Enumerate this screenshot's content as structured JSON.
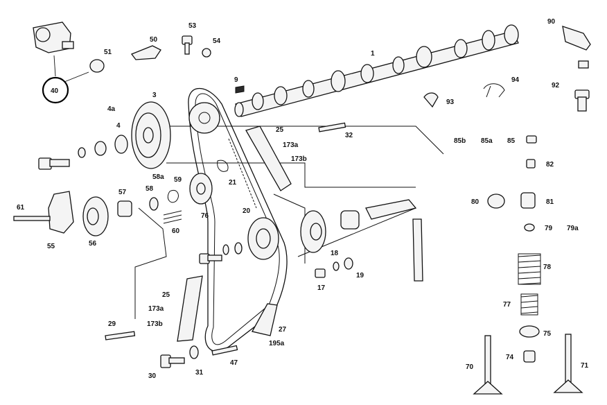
{
  "callouts": {
    "p1": "1",
    "p3": "3",
    "p4": "4",
    "p4a": "4a",
    "p9": "9",
    "p17": "17",
    "p18": "18",
    "p19": "19",
    "p20": "20",
    "p21": "21",
    "p25a": "25",
    "p25b": "25",
    "p27": "27",
    "p29": "29",
    "p30": "30",
    "p31": "31",
    "p32": "32",
    "p40": "40",
    "p47": "47",
    "p50": "50",
    "p51": "51",
    "p53": "53",
    "p54": "54",
    "p55": "55",
    "p56": "56",
    "p57": "57",
    "p58": "58",
    "p58a": "58a",
    "p59": "59",
    "p60": "60",
    "p61": "61",
    "p70": "70",
    "p71": "71",
    "p74": "74",
    "p75": "75",
    "p76": "76",
    "p77": "77",
    "p78": "78",
    "p79": "79",
    "p79a": "79a",
    "p80": "80",
    "p81": "81",
    "p82": "82",
    "p85": "85",
    "p85a": "85a",
    "p85b": "85b",
    "p90": "90",
    "p92": "92",
    "p93": "93",
    "p94": "94",
    "p173a_1": "173a",
    "p173b_1": "173b",
    "p173a_2": "173a",
    "p173b_2": "173b",
    "p195a": "195a"
  }
}
